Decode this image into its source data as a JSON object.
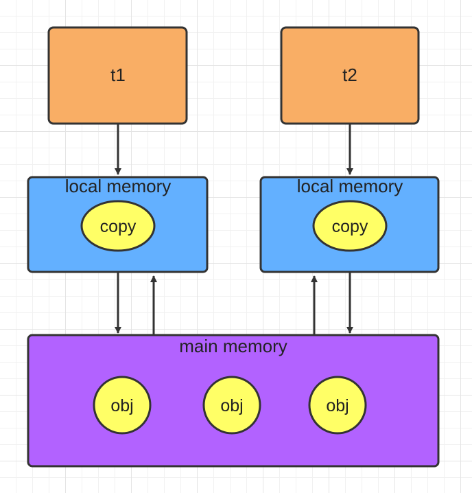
{
  "colors": {
    "thread_fill": "#f9ae65",
    "local_memory_fill": "#63b0ff",
    "main_memory_fill": "#b262ff",
    "oval_fill": "#ffff66",
    "stroke": "#333333"
  },
  "threads": [
    {
      "label": "t1"
    },
    {
      "label": "t2"
    }
  ],
  "local_memories": [
    {
      "label": "local memory",
      "copy_label": "copy"
    },
    {
      "label": "local memory",
      "copy_label": "copy"
    }
  ],
  "main_memory": {
    "label": "main memory",
    "objects": [
      {
        "label": "obj"
      },
      {
        "label": "obj"
      },
      {
        "label": "obj"
      }
    ]
  }
}
